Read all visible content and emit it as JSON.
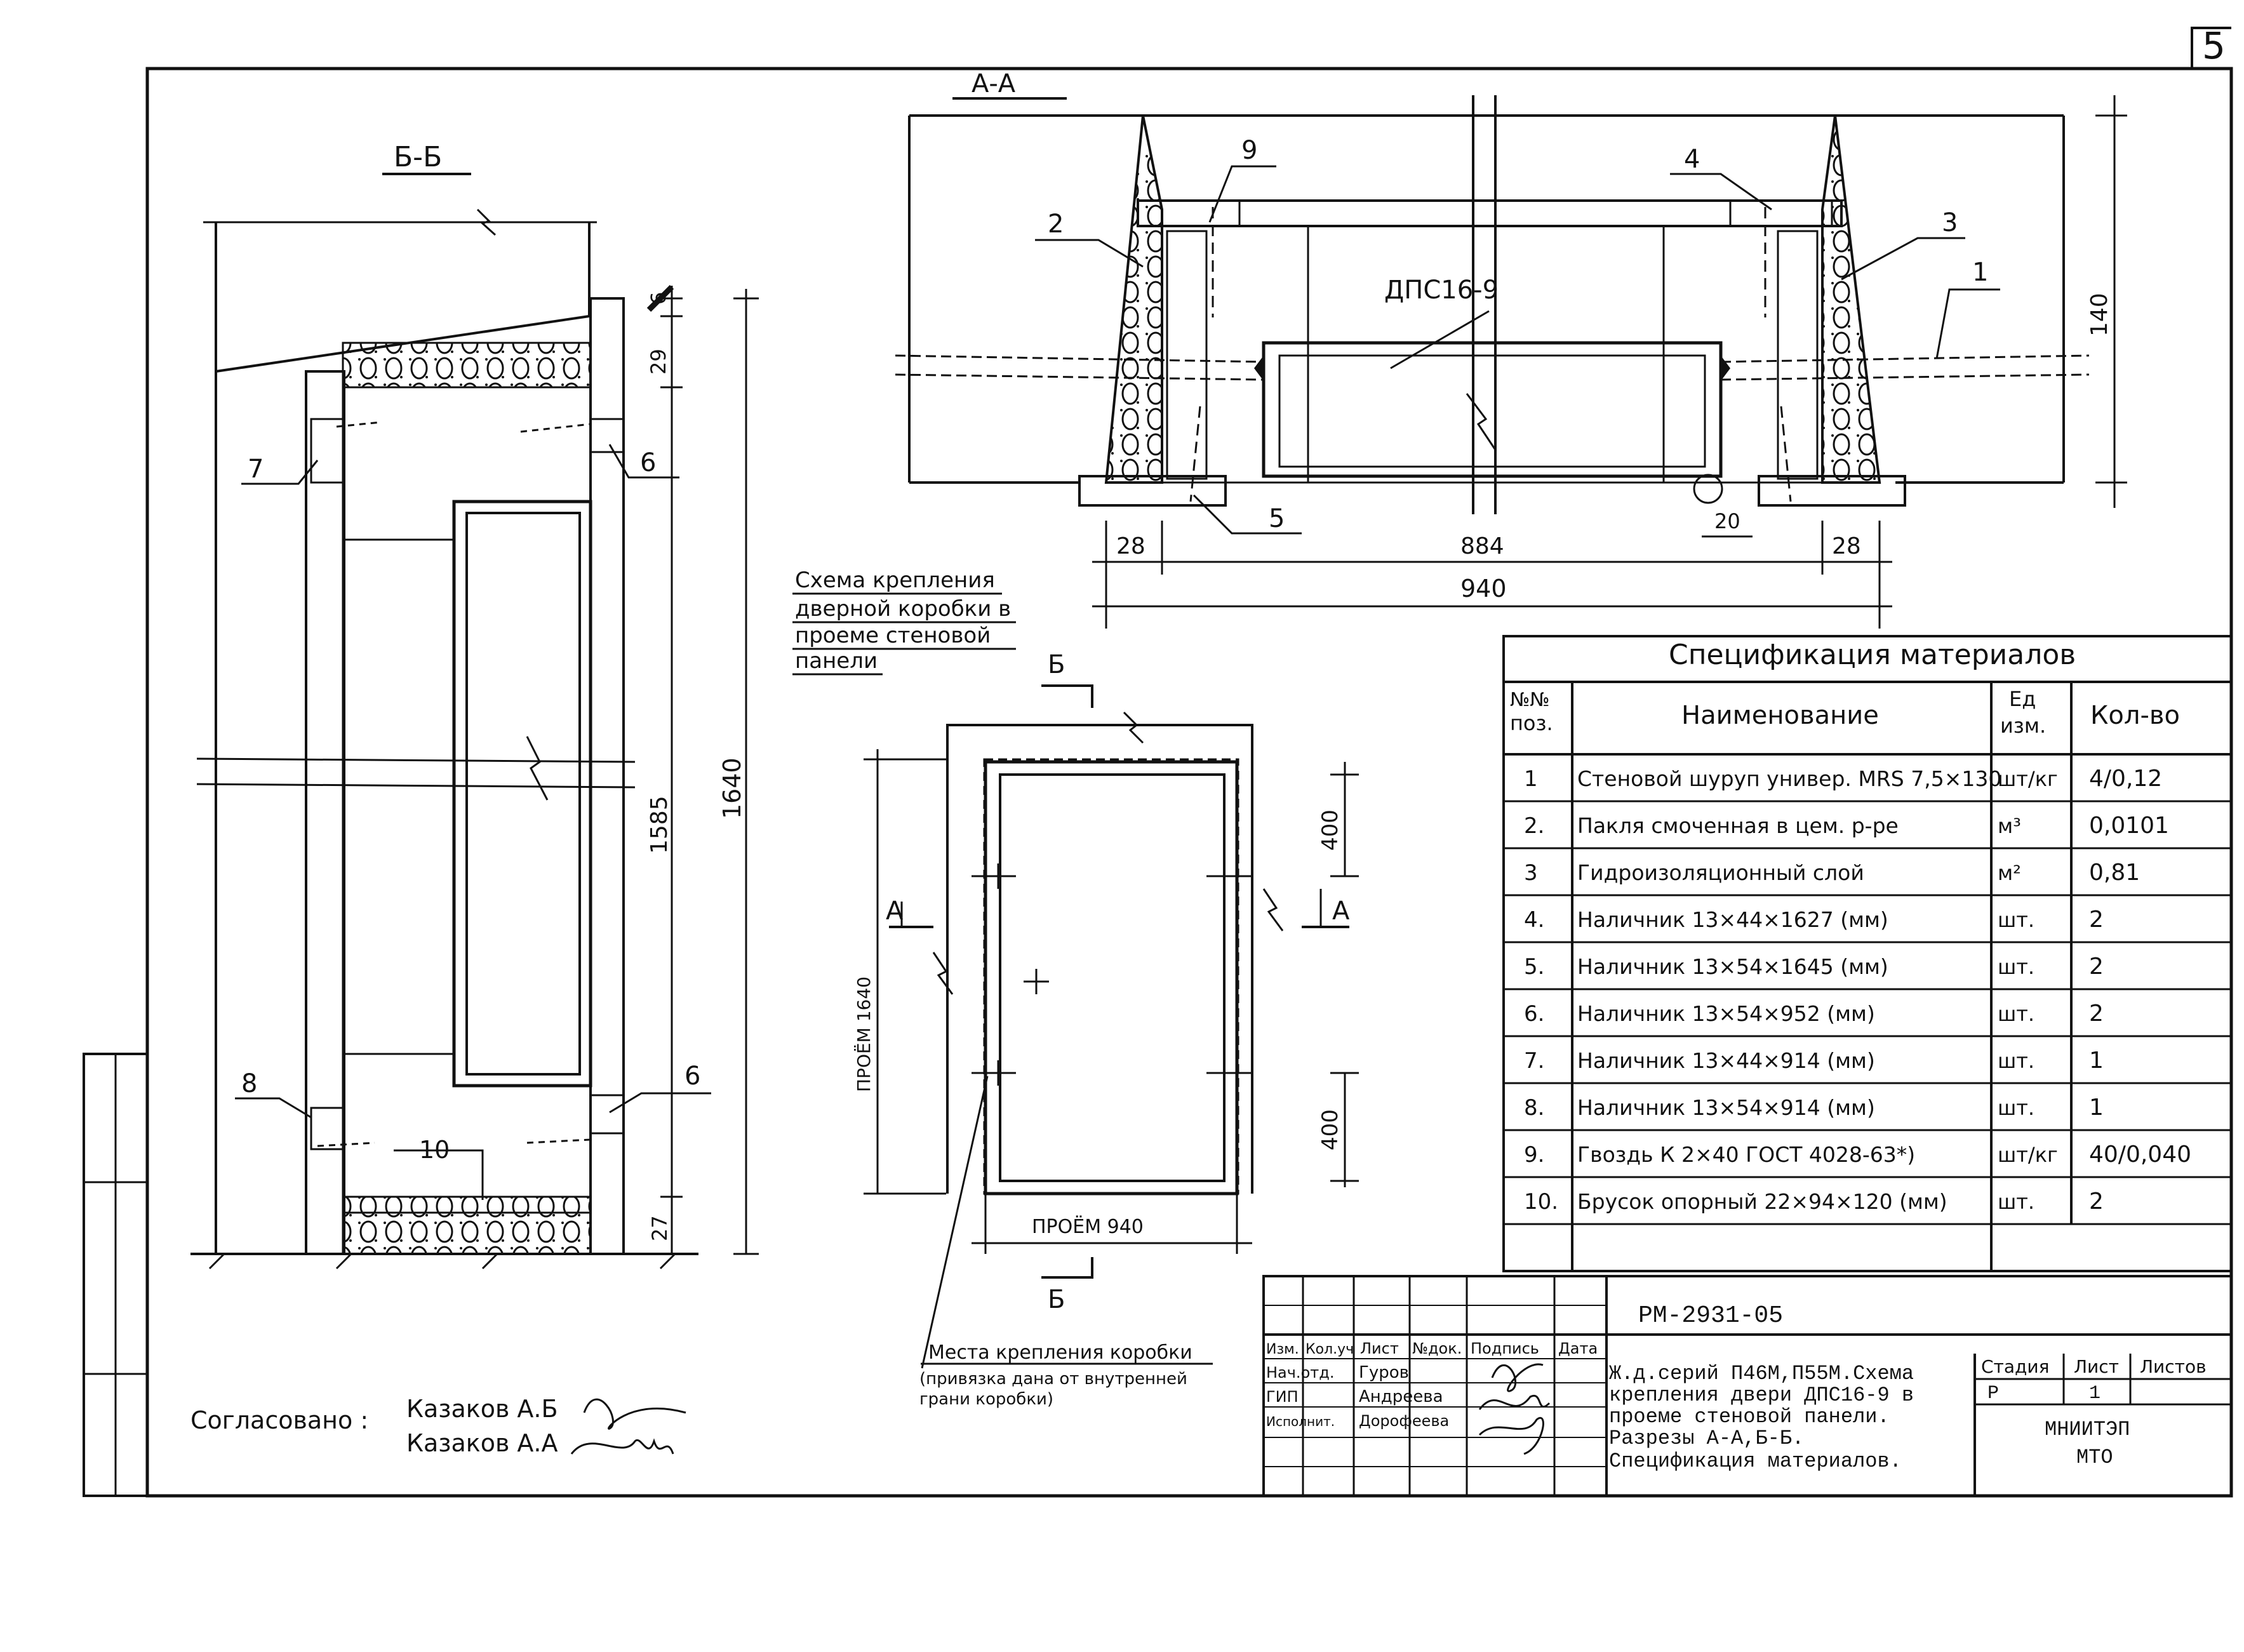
{
  "sheet_number": "5",
  "section_bb": {
    "title": "Б-Б",
    "callouts": [
      "7",
      "6",
      "8",
      "6",
      "10"
    ],
    "dims": [
      "6",
      "29",
      "1585",
      "1640",
      "27"
    ]
  },
  "section_aa": {
    "title": "А-А",
    "callouts": [
      "9",
      "4",
      "2",
      "3",
      "1",
      "5"
    ],
    "frame_label": "ДПС16-9",
    "dims": [
      "28",
      "884",
      "20",
      "28",
      "940",
      "140"
    ]
  },
  "scheme_caption": [
    "Схема крепления",
    "дверной коробки в",
    "проеме стеновой",
    "панели"
  ],
  "elevation": {
    "section_marks": [
      "Б",
      "Б",
      "А",
      "А"
    ],
    "dims": [
      "400",
      "400"
    ],
    "height_label": "ПРОЁМ 1640",
    "width_label": "ПРОЁМ 940"
  },
  "fastening_note": [
    "Места крепления коробки",
    "(привязка дана от внутренней",
    "грани коробки)"
  ],
  "spec": {
    "title": "Спецификация материалов",
    "headers": {
      "pos": [
        "№№",
        "поз."
      ],
      "name": "Наименование",
      "unit": [
        "Ед",
        "изм."
      ],
      "qty": "Кол-во"
    },
    "rows": [
      {
        "pos": "1",
        "name": "Стеновой шуруп универ. MRS 7,5×130",
        "unit": "шт/кг",
        "qty": "4/0,12"
      },
      {
        "pos": "2.",
        "name": "Пакля смоченная в цем. р-ре",
        "unit": "м³",
        "qty": "0,0101"
      },
      {
        "pos": "3",
        "name": "Гидроизоляционный слой",
        "unit": "м²",
        "qty": "0,81"
      },
      {
        "pos": "4.",
        "name": "Наличник 13×44×1627 (мм)",
        "unit": "шт.",
        "qty": "2"
      },
      {
        "pos": "5.",
        "name": "Наличник 13×54×1645 (мм)",
        "unit": "шт.",
        "qty": "2"
      },
      {
        "pos": "6.",
        "name": "Наличник 13×54×952 (мм)",
        "unit": "шт.",
        "qty": "2"
      },
      {
        "pos": "7.",
        "name": "Наличник 13×44×914 (мм)",
        "unit": "шт.",
        "qty": "1"
      },
      {
        "pos": "8.",
        "name": "Наличник 13×54×914 (мм)",
        "unit": "шт.",
        "qty": "1"
      },
      {
        "pos": "9.",
        "name": "Гвоздь К 2×40 ГОСТ 4028-63*)",
        "unit": "шт/кг",
        "qty": "40/0,040"
      },
      {
        "pos": "10.",
        "name": "Брусок опорный 22×94×120 (мм)",
        "unit": "шт.",
        "qty": "2"
      }
    ]
  },
  "title_block": {
    "code": "РМ-2931-05",
    "header_cols": [
      "Изм.",
      "Кол.уч",
      "Лист",
      "№док.",
      "Подпись",
      "Дата"
    ],
    "people": [
      {
        "role": "Нач.отд.",
        "name": "Гуров"
      },
      {
        "role": "ГИП",
        "name": "Андреева"
      },
      {
        "role": "Исполнит.",
        "name": "Дорофеева"
      }
    ],
    "description": [
      "Ж.д.серий П46М,П55М.Схема",
      "крепления двери ДПС16-9 в",
      "проеме стеновой панели.",
      "Разрезы А-А,Б-Б.",
      "Спецификация материалов."
    ],
    "stage_headers": [
      "Стадия",
      "Лист",
      "Листов"
    ],
    "stage": "Р",
    "sheet": "1",
    "sheets": "",
    "org": [
      "МНИИТЭП",
      "МТО"
    ]
  },
  "approval": {
    "label": "Согласовано :",
    "names": [
      "Казаков А.Б",
      "Казаков А.А"
    ]
  }
}
